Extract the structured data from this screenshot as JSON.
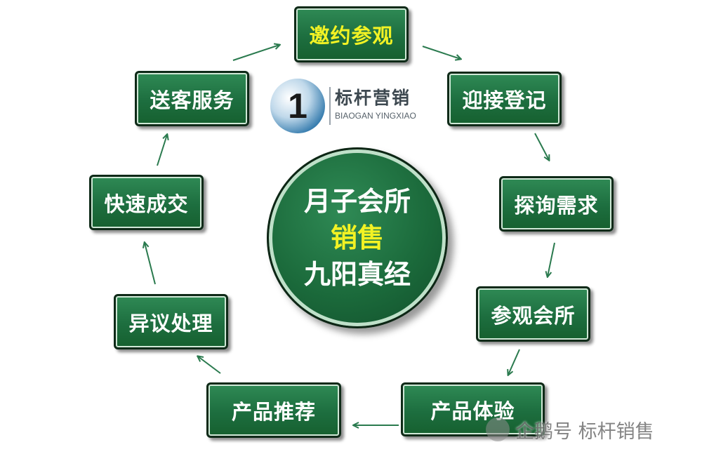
{
  "diagram": {
    "center": {
      "line1": "月子会所",
      "line2": "销售",
      "line3": "九阳真经"
    },
    "steps": [
      {
        "label": "邀约参观",
        "highlight": true
      },
      {
        "label": "迎接登记"
      },
      {
        "label": "探询需求"
      },
      {
        "label": "参观会所"
      },
      {
        "label": "产品体验"
      },
      {
        "label": "产品推荐"
      },
      {
        "label": "异议处理"
      },
      {
        "label": "快速成交"
      },
      {
        "label": "送客服务"
      }
    ],
    "colors": {
      "box": "#1d6e3f",
      "highlight_text": "#f2f224",
      "arrow": "#2a7a4e"
    }
  },
  "logo": {
    "mark": "1",
    "name_cn": "标杆营销",
    "name_en": "BIAOGAN YINGXIAO"
  },
  "watermark": {
    "icon": "penguin-icon",
    "text": "企鹅号 标杆销售"
  }
}
